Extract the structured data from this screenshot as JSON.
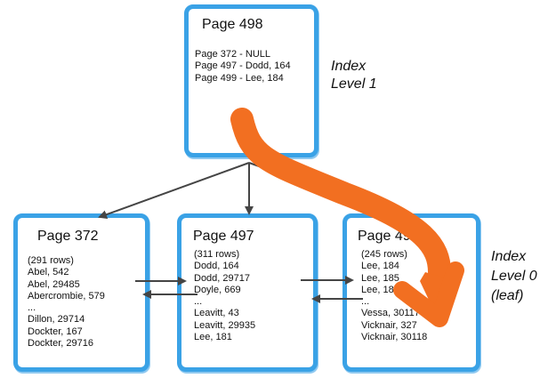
{
  "root": {
    "title": "Page 498",
    "entries": [
      "Page 372 - NULL",
      "Page 497 - Dodd, 164",
      "Page 499 - Lee, 184"
    ]
  },
  "leaves": [
    {
      "title": "Page 372",
      "rows": [
        "(291 rows)",
        "Abel, 542",
        "Abel, 29485",
        "Abercrombie, 579",
        "...",
        "Dillon, 29714",
        "Dockter, 167",
        "Dockter, 29716"
      ]
    },
    {
      "title": "Page 497",
      "rows": [
        "(311 rows)",
        "Dodd, 164",
        "Dodd, 29717",
        "Doyle, 669",
        "...",
        "Leavitt, 43",
        "Leavitt, 29935",
        "Lee, 181"
      ]
    },
    {
      "title": "Page 499",
      "rows": [
        "(245 rows)",
        "Lee, 184",
        "Lee, 185",
        "Lee, 186",
        "...",
        "Vessa, 30117",
        "Vicknair, 327",
        "Vicknair,  30118"
      ]
    }
  ],
  "labels": {
    "level1": [
      "Index",
      "Level 1"
    ],
    "level0": [
      "Index",
      "Level 0",
      "(leaf)"
    ]
  },
  "colors": {
    "box_border": "#3aa2e6",
    "connector": "#454545",
    "highlight_arrow": "#f26f21"
  }
}
